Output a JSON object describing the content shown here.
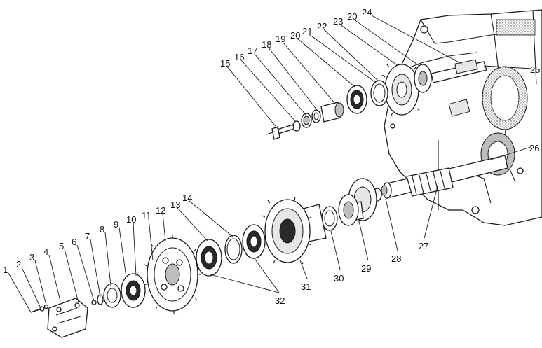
{
  "callouts": {
    "n1": "1",
    "n2": "2",
    "n3": "3",
    "n4": "4",
    "n5": "5",
    "n6": "6",
    "n7": "7",
    "n8": "8",
    "n9": "9",
    "n10": "10",
    "n11": "11",
    "n12": "12",
    "n13": "13",
    "n14": "14",
    "n15": "15",
    "n16": "16",
    "n17": "17",
    "n18": "18",
    "n19": "19",
    "n20a": "20",
    "n21": "21",
    "n22": "22",
    "n23": "23",
    "n20b": "20",
    "n24": "24",
    "n25": "25",
    "n26": "26",
    "n27": "27",
    "n28": "28",
    "n29": "29",
    "n30": "30",
    "n31": "31",
    "n32": "32"
  }
}
